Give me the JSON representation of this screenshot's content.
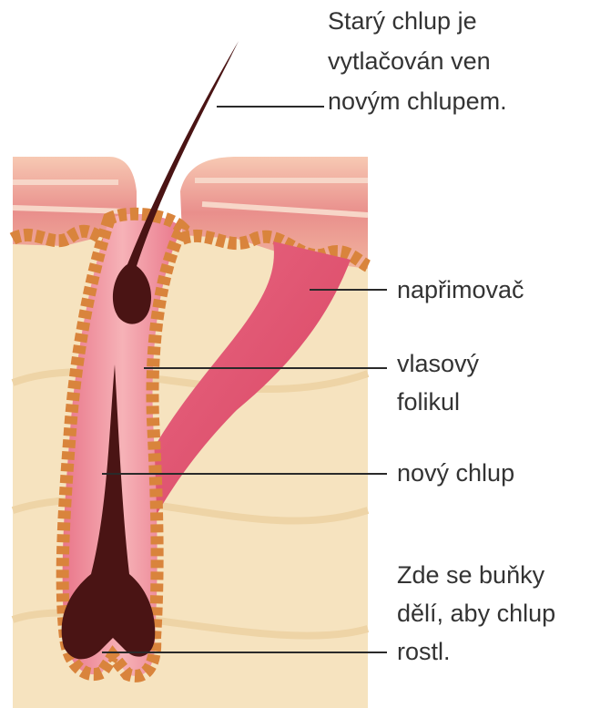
{
  "labels": {
    "old_hair": [
      "Starý chlup je",
      "vytlačován ven",
      "novým chlupem."
    ],
    "erector": [
      "napřimovač"
    ],
    "follicle": [
      "vlasový",
      "folikul"
    ],
    "new_hair": [
      "nový chlup"
    ],
    "division": [
      "Zde se buňky",
      "dělí, aby chlup",
      "rostl."
    ]
  },
  "colors": {
    "dermis": "#f6e3bf",
    "epidermis": "#e88a88",
    "hair": "#4a1414",
    "cell_border": "#d9843c",
    "muscle": "#dc4b6a"
  }
}
